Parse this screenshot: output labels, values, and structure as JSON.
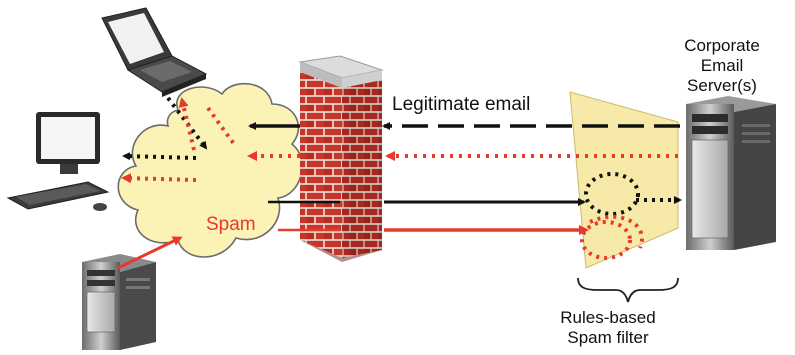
{
  "labels": {
    "legitimate_email": "Legitimate email",
    "spam": "Spam",
    "server_line1": "Corporate",
    "server_line2": "Email",
    "server_line3": "Server(s)",
    "filter_line1": "Rules-based",
    "filter_line2": "Spam filter"
  },
  "colors": {
    "spam": "#e8392b",
    "legitimate": "#111111",
    "cloud_fill": "#fbf3b6",
    "filter_fill": "#f7eaa9",
    "brick": "#c8352a",
    "background": "#ffffff"
  },
  "icons": [
    "laptop-icon",
    "desktop-computer-icon",
    "server-tower-icon",
    "firewall-brick-wall-icon",
    "internet-cloud-icon",
    "spam-filter-funnel-icon",
    "email-server-icon"
  ]
}
